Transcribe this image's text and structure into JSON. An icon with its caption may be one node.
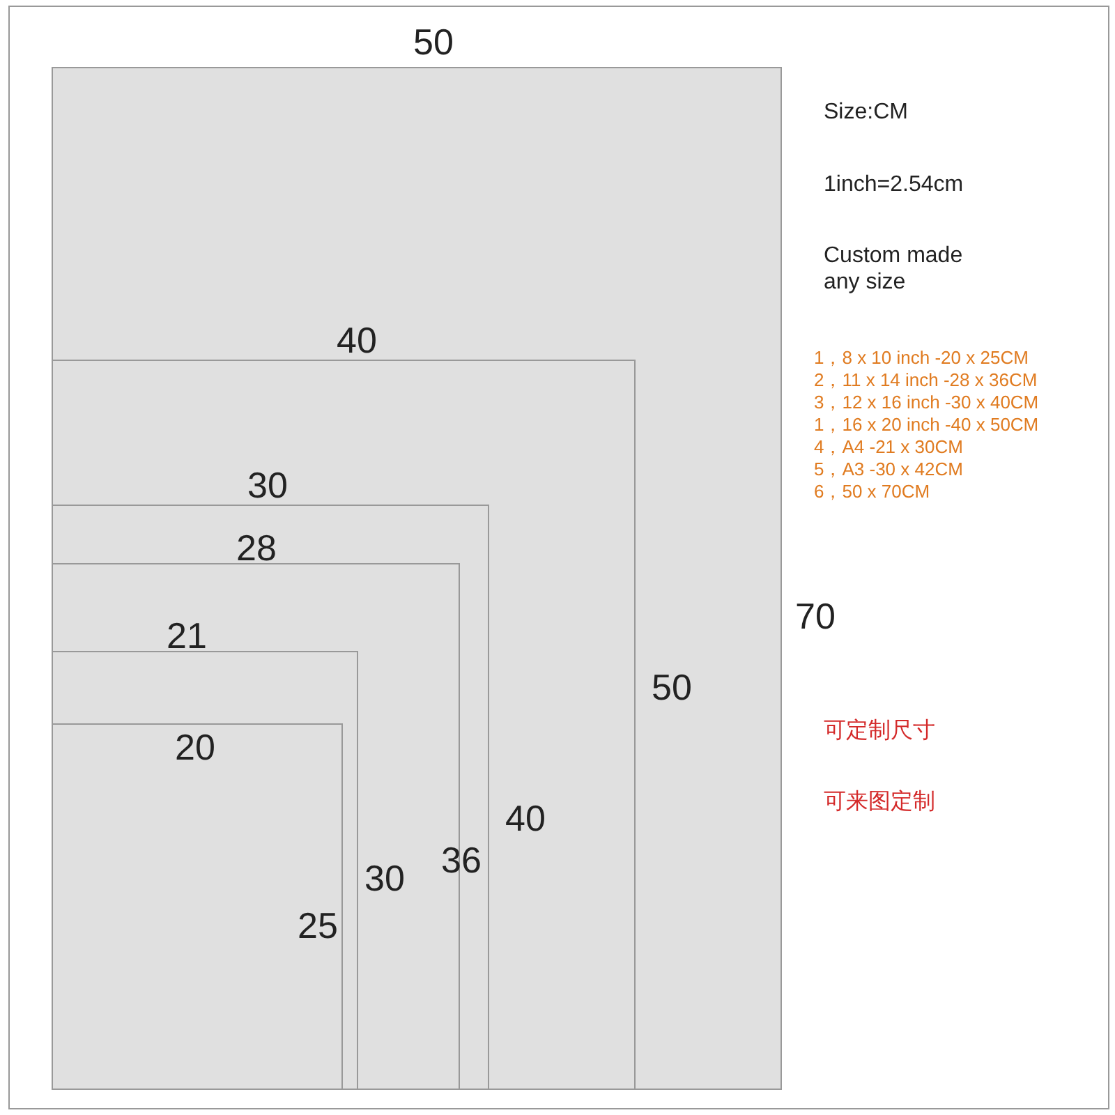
{
  "diagram": {
    "nodes": [
      {
        "text": [
          "50",
          "70"
        ]
      },
      {
        "text": [
          "40",
          "50"
        ],
        "in": 0
      },
      {
        "text": [
          "30",
          "40"
        ],
        "in": 1
      },
      {
        "text": [
          "28",
          "36"
        ],
        "in": 2
      },
      {
        "text": [
          "21",
          "30"
        ],
        "in": 3
      },
      {
        "text": [
          "20",
          "25"
        ],
        "in": 4
      }
    ],
    "labels": [
      "Size:CM",
      "1inch=2.54cm",
      "Custom made any size",
      "1，8 x 10 inch -20 x 25CM",
      "2，11 x 14 inch -28 x 36CM",
      "3，12 x 16 inch -30 x 40CM",
      "1，16 x 20 inch -40 x 50CM",
      "4，A4 -21 x 30CM",
      "5，A3 -30 x 42CM",
      "6，50 x 70CM",
      "可定制尺寸",
      "可来图定制"
    ]
  }
}
